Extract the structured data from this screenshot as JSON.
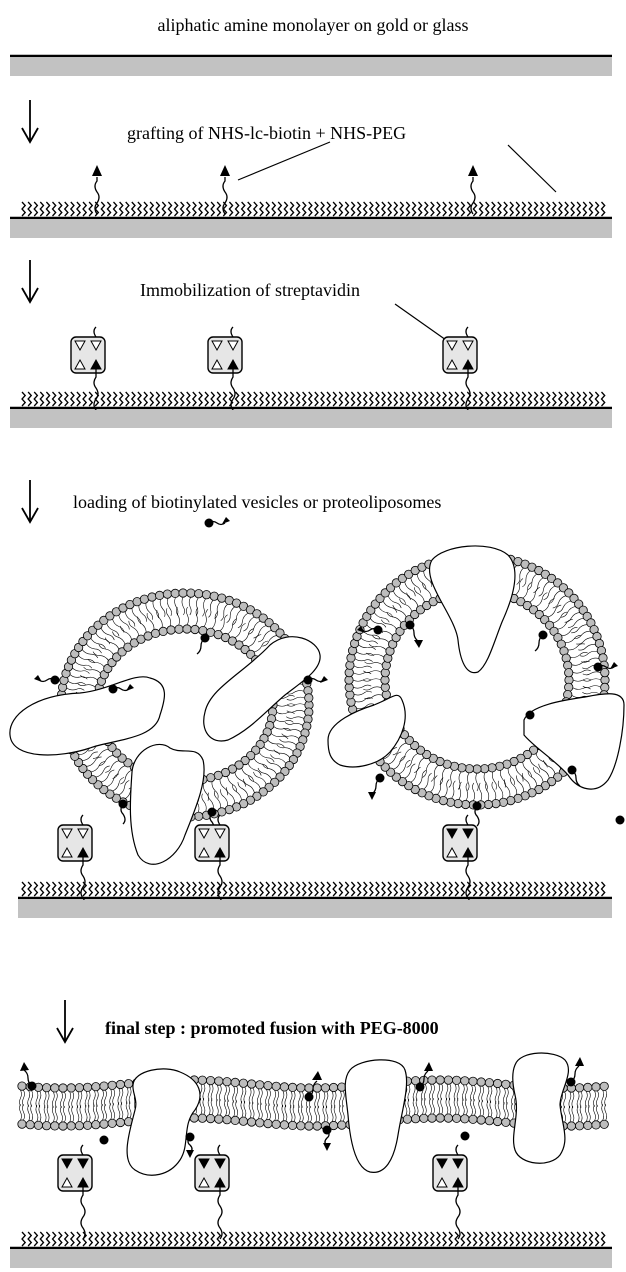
{
  "steps": [
    {
      "caption": "aliphatic amine monolayer on gold or glass"
    },
    {
      "caption": "grafting of NHS-lc-biotin + NHS-PEG"
    },
    {
      "caption": "Immobilization of streptavidin"
    },
    {
      "caption": "loading of biotinylated vesicles or proteoliposomes"
    },
    {
      "caption": "final step : promoted fusion with PEG-8000"
    }
  ],
  "icons": {
    "arrow": "down-arrow-icon",
    "streptavidin": "streptavidin-icon",
    "biotin": "biotin-icon",
    "protein": "membrane-protein-icon"
  }
}
